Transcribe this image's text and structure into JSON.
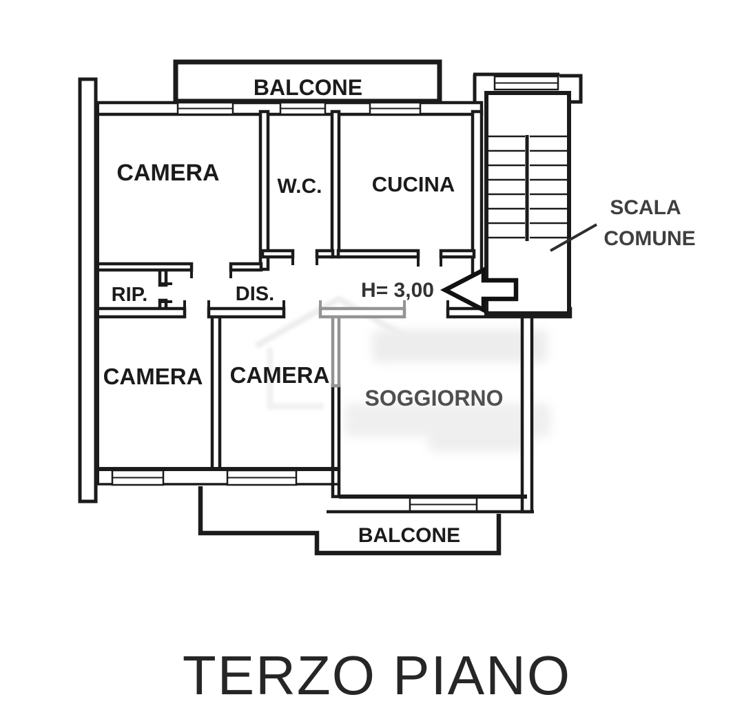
{
  "page": {
    "background": "#ffffff",
    "ink": "#1b1b1b",
    "grey_ink": "#949494",
    "watermark_color": "#cccccc"
  },
  "floor_title": "TERZO PIANO",
  "plan": {
    "balcony_top": {
      "label": "BALCONE"
    },
    "balcony_bottom": {
      "label": "BALCONE"
    },
    "rooms": {
      "camera_top": "CAMERA",
      "wc": "W.C.",
      "cucina": "CUCINA",
      "rip": "RIP.",
      "dis": "DIS.",
      "camera_bottom_left": "CAMERA",
      "camera_bottom_mid": "CAMERA",
      "soggiorno": "SOGGIORNO"
    },
    "stairs": {
      "line1": "SCALA",
      "line2": "COMUNE"
    },
    "ceiling_height": "H= 3,00"
  }
}
